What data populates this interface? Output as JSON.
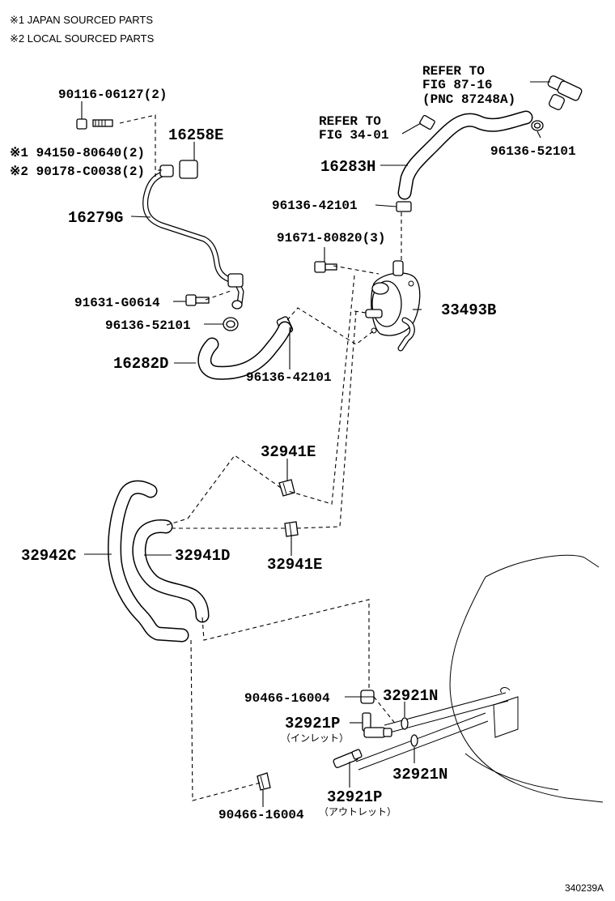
{
  "notes": [
    "※1 JAPAN SOURCED PARTS",
    "※2 LOCAL SOURCED PARTS"
  ],
  "refs": {
    "fig87": [
      "REFER TO",
      "FIG 87-16",
      "(PNC 87248A)"
    ],
    "fig34": [
      "REFER TO",
      "FIG 34-01"
    ]
  },
  "parts": {
    "p90116": "90116-06127(2)",
    "p16258e": "16258E",
    "p94150": "※1 94150-80640(2)",
    "p90178": "※2 90178-C0038(2)",
    "p16279g": "16279G",
    "p16283h": "16283H",
    "p96136_52101_top": "96136-52101",
    "p96136_42101_top": "96136-42101",
    "p91671": "91671-80820(3)",
    "p33493b": "33493B",
    "p91631": "91631-G0614",
    "p96136_52101_mid": "96136-52101",
    "p16282d": "16282D",
    "p96136_42101_mid": "96136-42101",
    "p32941e_top": "32941E",
    "p32942c": "32942C",
    "p32941d": "32941D",
    "p32941e_bot": "32941E",
    "p90466_top": "90466-16004",
    "p32921n_top": "32921N",
    "p32921p_inlet": "32921P",
    "inlet_jp": "（インレット）",
    "p32921n_bot": "32921N",
    "p32921p_outlet": "32921P",
    "p90466_bot": "90466-16004",
    "outlet_jp": "（アウトレット）"
  },
  "figure_code": "340239A"
}
